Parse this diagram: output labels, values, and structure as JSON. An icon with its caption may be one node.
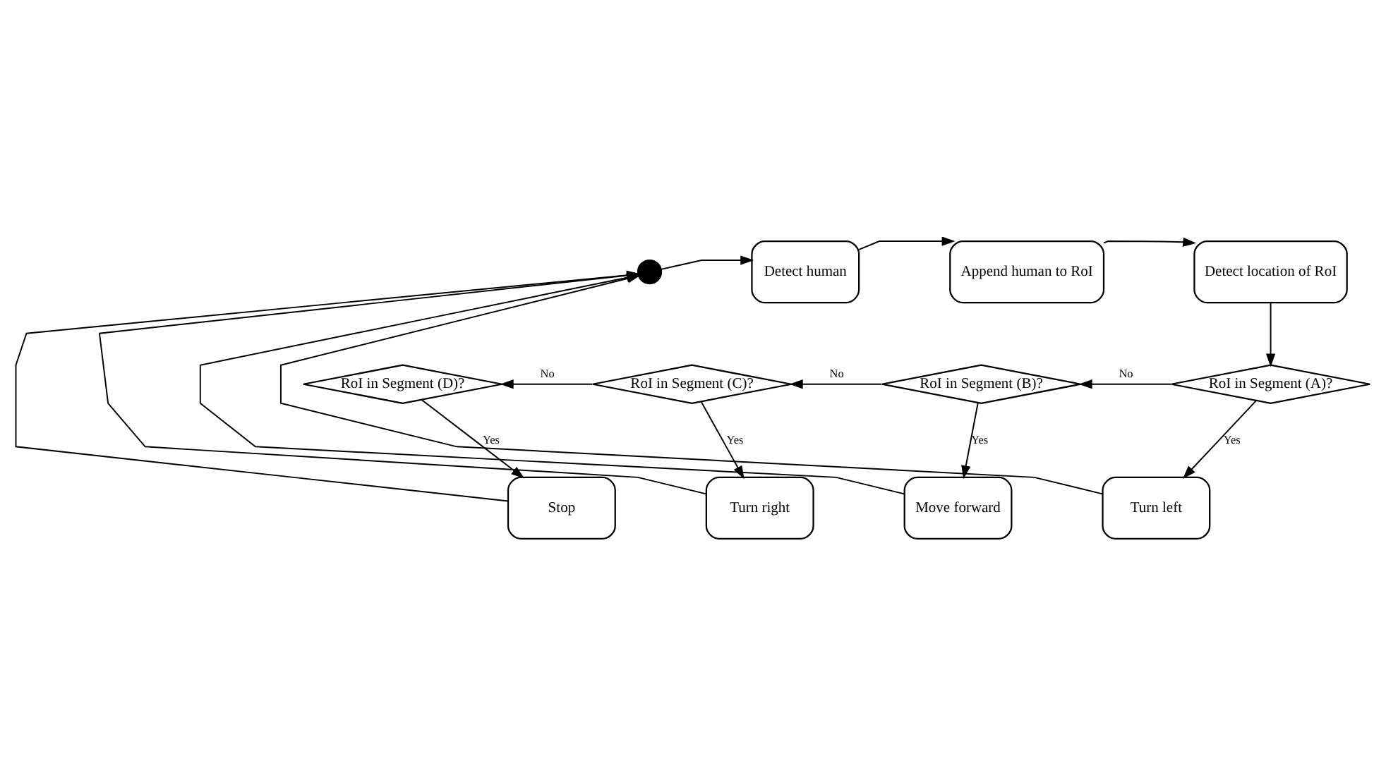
{
  "diagram": {
    "nodes": [
      {
        "text": [],
        "shape": "circle"
      },
      {
        "text": [
          "Detect human"
        ]
      },
      {
        "text": [
          "Append human to RoI"
        ]
      },
      {
        "text": [
          "Detect location of RoI"
        ]
      },
      {
        "text": [
          "RoI in Segment (D)?"
        ]
      },
      {
        "text": [
          "RoI in Segment (C)?"
        ]
      },
      {
        "text": [
          "RoI in Segment (B)?"
        ]
      },
      {
        "text": [
          "RoI in Segment (A)?"
        ]
      },
      {
        "text": [
          "Stop"
        ]
      },
      {
        "text": [
          "Turn right"
        ]
      },
      {
        "text": [
          "Move forward"
        ]
      },
      {
        "text": [
          "Turn left"
        ]
      }
    ],
    "edges": [
      {
        "from": 0,
        "to": 1,
        "arrow": "to"
      },
      {
        "from": 1,
        "to": 2,
        "arrow": "to"
      },
      {
        "from": 2,
        "to": 3,
        "arrow": "to"
      },
      {
        "from": 3,
        "to": 7,
        "arrow": "to"
      },
      {
        "from": 7,
        "to": 6,
        "arrow": "to",
        "label": "No"
      },
      {
        "from": 6,
        "to": 5,
        "arrow": "to",
        "label": "No"
      },
      {
        "from": 5,
        "to": 4,
        "arrow": "to",
        "label": "No"
      },
      {
        "from": 7,
        "to": 11,
        "arrow": "to",
        "label": "Yes"
      },
      {
        "from": 6,
        "to": 10,
        "arrow": "to",
        "label": "Yes"
      },
      {
        "from": 5,
        "to": 9,
        "arrow": "to",
        "label": "Yes"
      },
      {
        "from": 4,
        "to": 8,
        "arrow": "to",
        "label": "Yes"
      },
      {
        "from": 8,
        "to": 0,
        "arrow": "to"
      },
      {
        "from": 9,
        "to": 0,
        "arrow": "to"
      },
      {
        "from": 10,
        "to": 0,
        "arrow": "to"
      },
      {
        "from": 11,
        "to": 0,
        "arrow": "to"
      }
    ]
  }
}
